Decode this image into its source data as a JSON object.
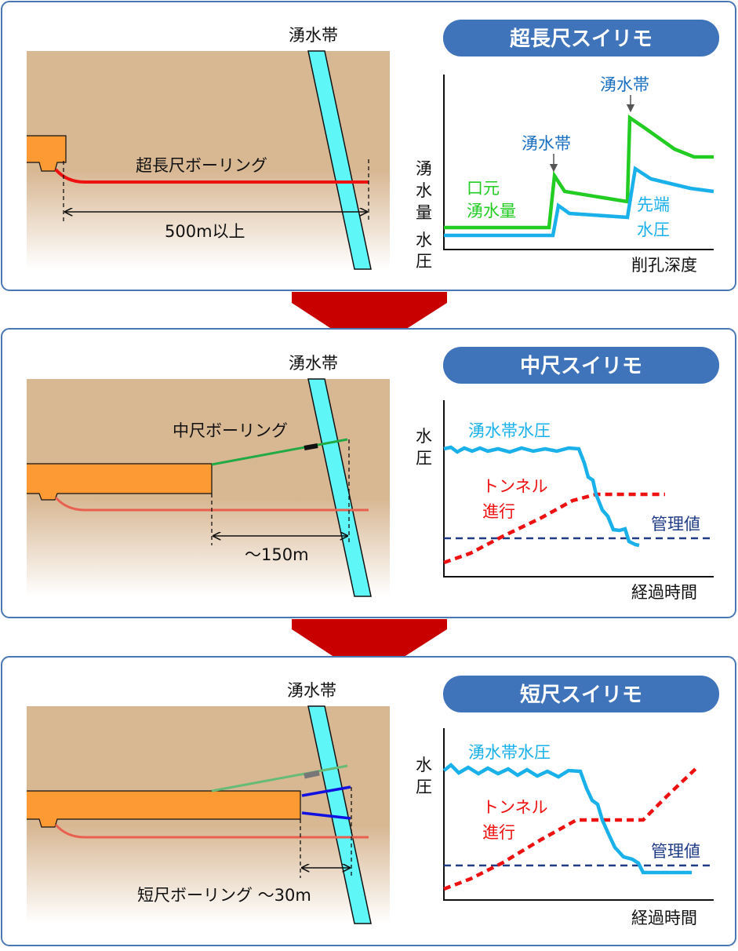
{
  "colors": {
    "panel_border": "#4a78b5",
    "pill": "#3f74bb",
    "ground": "#d8b793",
    "water_band": "#5ff6f8",
    "tunnel": "#fd9a33",
    "arrow": "#c80000",
    "green": "#22cc22",
    "blue": "#1ab0ea",
    "red": "#ee1111",
    "navy": "#1f3b85",
    "boring_blue": "#1010e0"
  },
  "panels": [
    {
      "title": "超長尺スイリモ",
      "water_zone": "湧水帯",
      "boring_label": "超長尺ボーリング",
      "distance": "500m以上",
      "chart": {
        "ylabel_1": [
          "湧",
          "水",
          "量"
        ],
        "ylabel_2": [
          "水",
          "圧"
        ],
        "xlabel": "削孔深度",
        "series_1": [
          "口元",
          "湧水量"
        ],
        "series_2": [
          "先端",
          "水圧"
        ],
        "annotation_1": "湧水帯",
        "annotation_2": "湧水帯"
      }
    },
    {
      "title": "中尺スイリモ",
      "water_zone": "湧水帯",
      "boring_label": "中尺ボーリング",
      "distance": "〜150m",
      "chart": {
        "ylabel": [
          "水",
          "圧"
        ],
        "xlabel": "経過時間",
        "series_1": "湧水帯水圧",
        "series_2": [
          "トンネル",
          "進行"
        ],
        "threshold": "管理値"
      }
    },
    {
      "title": "短尺スイリモ",
      "water_zone": "湧水帯",
      "boring_label": "短尺ボーリング 〜30m",
      "chart": {
        "ylabel": [
          "水",
          "圧"
        ],
        "xlabel": "経過時間",
        "series_1": "湧水帯水圧",
        "series_2": [
          "トンネル",
          "進行"
        ],
        "threshold": "管理値"
      }
    }
  ]
}
